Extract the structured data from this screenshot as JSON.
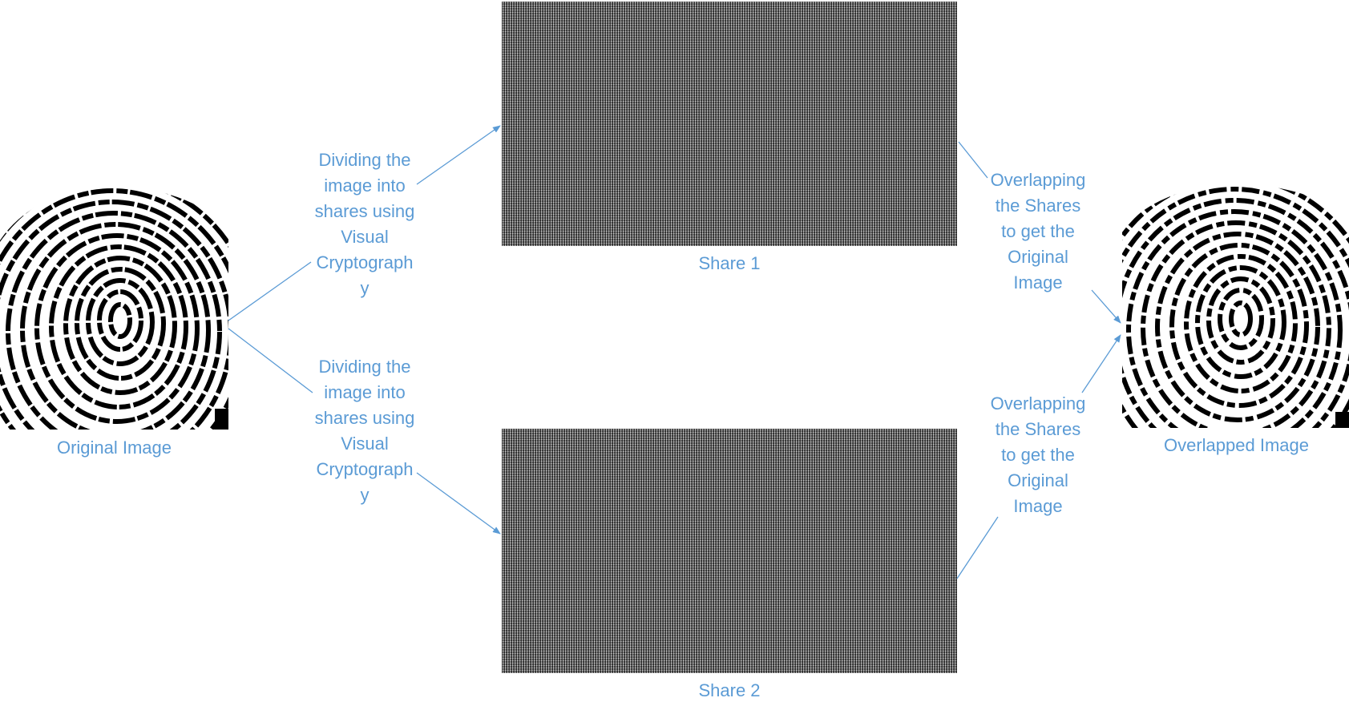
{
  "original": {
    "caption": "Original Image"
  },
  "share1": {
    "caption": "Share 1"
  },
  "share2": {
    "caption": "Share 2"
  },
  "overlapped": {
    "caption": "Overlapped Image"
  },
  "steps": {
    "divide_top": "Dividing the\nimage into\nshares using\nVisual\nCryptograph\ny",
    "divide_bottom": "Dividing the\nimage into\nshares using\nVisual\nCryptograph\ny",
    "overlap_top": "Overlapping\nthe Shares\nto get the\nOriginal\nImage",
    "overlap_bottom": "Overlapping\nthe Shares\nto get the\nOriginal\nImage"
  },
  "colors": {
    "text": "#5b9bd5",
    "arrow": "#5b9bd5"
  }
}
